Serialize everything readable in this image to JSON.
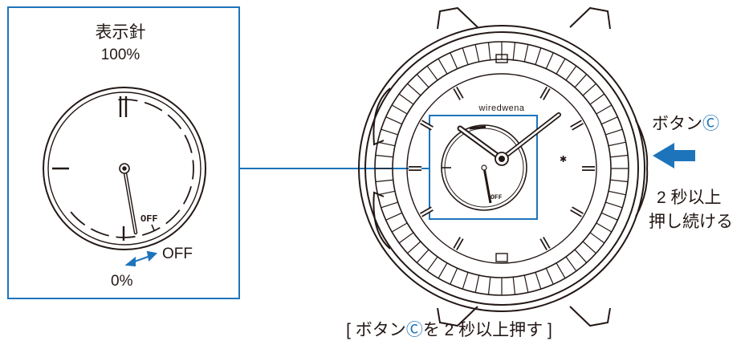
{
  "inset": {
    "title": "表示針",
    "label_top": "100%",
    "label_off": "OFF",
    "label_bottom": "0%",
    "dial_off_text": "OFF"
  },
  "watch": {
    "brand": "wiredwena",
    "subdial_off_text": "OFF",
    "bluetooth_symbol": "✱"
  },
  "instruction": {
    "button_text": "ボタン",
    "button_mark": "Ⓒ",
    "hold_line1": "2 秒以上",
    "hold_line2": "押し続ける"
  },
  "caption": {
    "prefix": "[ ボタン",
    "mark": "Ⓒ",
    "suffix": "を 2 秒以上押す ]"
  },
  "colors": {
    "accent_blue": "#1e74bb",
    "line": "#231815"
  }
}
